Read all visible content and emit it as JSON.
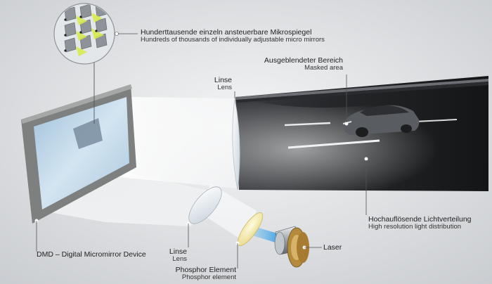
{
  "labels": {
    "micromirrors": {
      "de": "Hunderttausende einzeln ansteuerbare Mikrospiegel",
      "en": "Hundreds of thousands of individually adjustable micro mirrors"
    },
    "masked_area": {
      "de": "Ausgeblendeter Bereich",
      "en": "Masked area"
    },
    "lens_top": {
      "de": "Linse",
      "en": "Lens"
    },
    "light_distribution": {
      "de": "Hochauflösende Lichtverteilung",
      "en": "High resolution light distribution"
    },
    "dmd": {
      "de": "DMD – Digital Micromirror Device"
    },
    "lens_bottom": {
      "de": "Linse",
      "en": "Lens"
    },
    "phosphor": {
      "de": "Phosphor Element",
      "en": "Phosphor element"
    },
    "laser": {
      "de": "Laser"
    }
  },
  "colors": {
    "background": "#e6e8ea",
    "road": "#1b1c1e",
    "beam": "#ffffff",
    "dmd_frame": "#8a8d8c",
    "dmd_face": "#b9d3e6",
    "phosphor": "#f3e7a6",
    "laser_gold": "#b48a3c",
    "mirror_highlight": "#d6ea4e"
  }
}
